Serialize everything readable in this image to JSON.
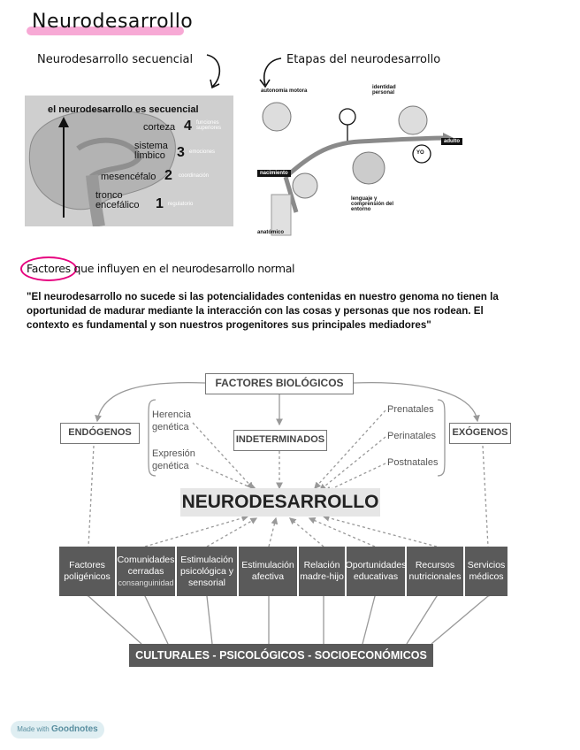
{
  "title": "Neurodesarrollo",
  "labels": {
    "sequential": "Neurodesarrollo secuencial",
    "stages": "Etapas del neurodesarrollo"
  },
  "brain": {
    "title": "el neurodesarrollo es secuencial",
    "levels": [
      {
        "name": "corteza",
        "num": "4",
        "note": "funciones superiores"
      },
      {
        "name": "sistema límbico",
        "num": "3",
        "note": "emociones"
      },
      {
        "name": "mesencéfalo",
        "num": "2",
        "note": "coordinación"
      },
      {
        "name": "tronco encefálico",
        "num": "1",
        "note": "regulatorio"
      }
    ]
  },
  "stages": {
    "autonomia": "autonomía motora",
    "identidad": "identidad personal",
    "nacimiento": "nacimiento",
    "adulto": "adulto",
    "lenguaje": "lenguaje y comprensión del entorno",
    "anatomico": "anatómico",
    "yo": "YO"
  },
  "factores": {
    "word": "Factores",
    "rest": " que influyen en el neurodesarrollo normal"
  },
  "quote": "\"El neurodesarrollo no sucede si las potencialidades contenidas en nuestro genoma no tienen la oportunidad de madurar mediante la interacción con las cosas y personas que nos rodean. El contexto es fundamental y son nuestros progenitores sus principales mediadores\"",
  "diagram": {
    "top": "FACTORES BIOLÓGICOS",
    "left": "ENDÓGENOS",
    "center": "INDETERMINADOS",
    "right": "EXÓGENOS",
    "main": "NEURODESARROLLO",
    "left_items": [
      "Herencia genética",
      "Expresión genética"
    ],
    "right_items": [
      "Prenatales",
      "Perinatales",
      "Postnatales"
    ],
    "bottom_boxes": [
      {
        "label": "Factores poligénicos",
        "sub": ""
      },
      {
        "label": "Comunidades cerradas",
        "sub": "consanguinidad"
      },
      {
        "label": "Estimulación psicológica y sensorial",
        "sub": ""
      },
      {
        "label": "Estimulación afectiva",
        "sub": ""
      },
      {
        "label": "Relación madre-hijo",
        "sub": ""
      },
      {
        "label": "Oportunidades educativas",
        "sub": ""
      },
      {
        "label": "Recursos nutricionales",
        "sub": ""
      },
      {
        "label": "Servicios médicos",
        "sub": ""
      }
    ],
    "bottom": "CULTURALES - PSICOLÓGICOS - SOCIOECONÓMICOS"
  },
  "footer": {
    "made": "Made with",
    "brand": "Goodnotes"
  }
}
